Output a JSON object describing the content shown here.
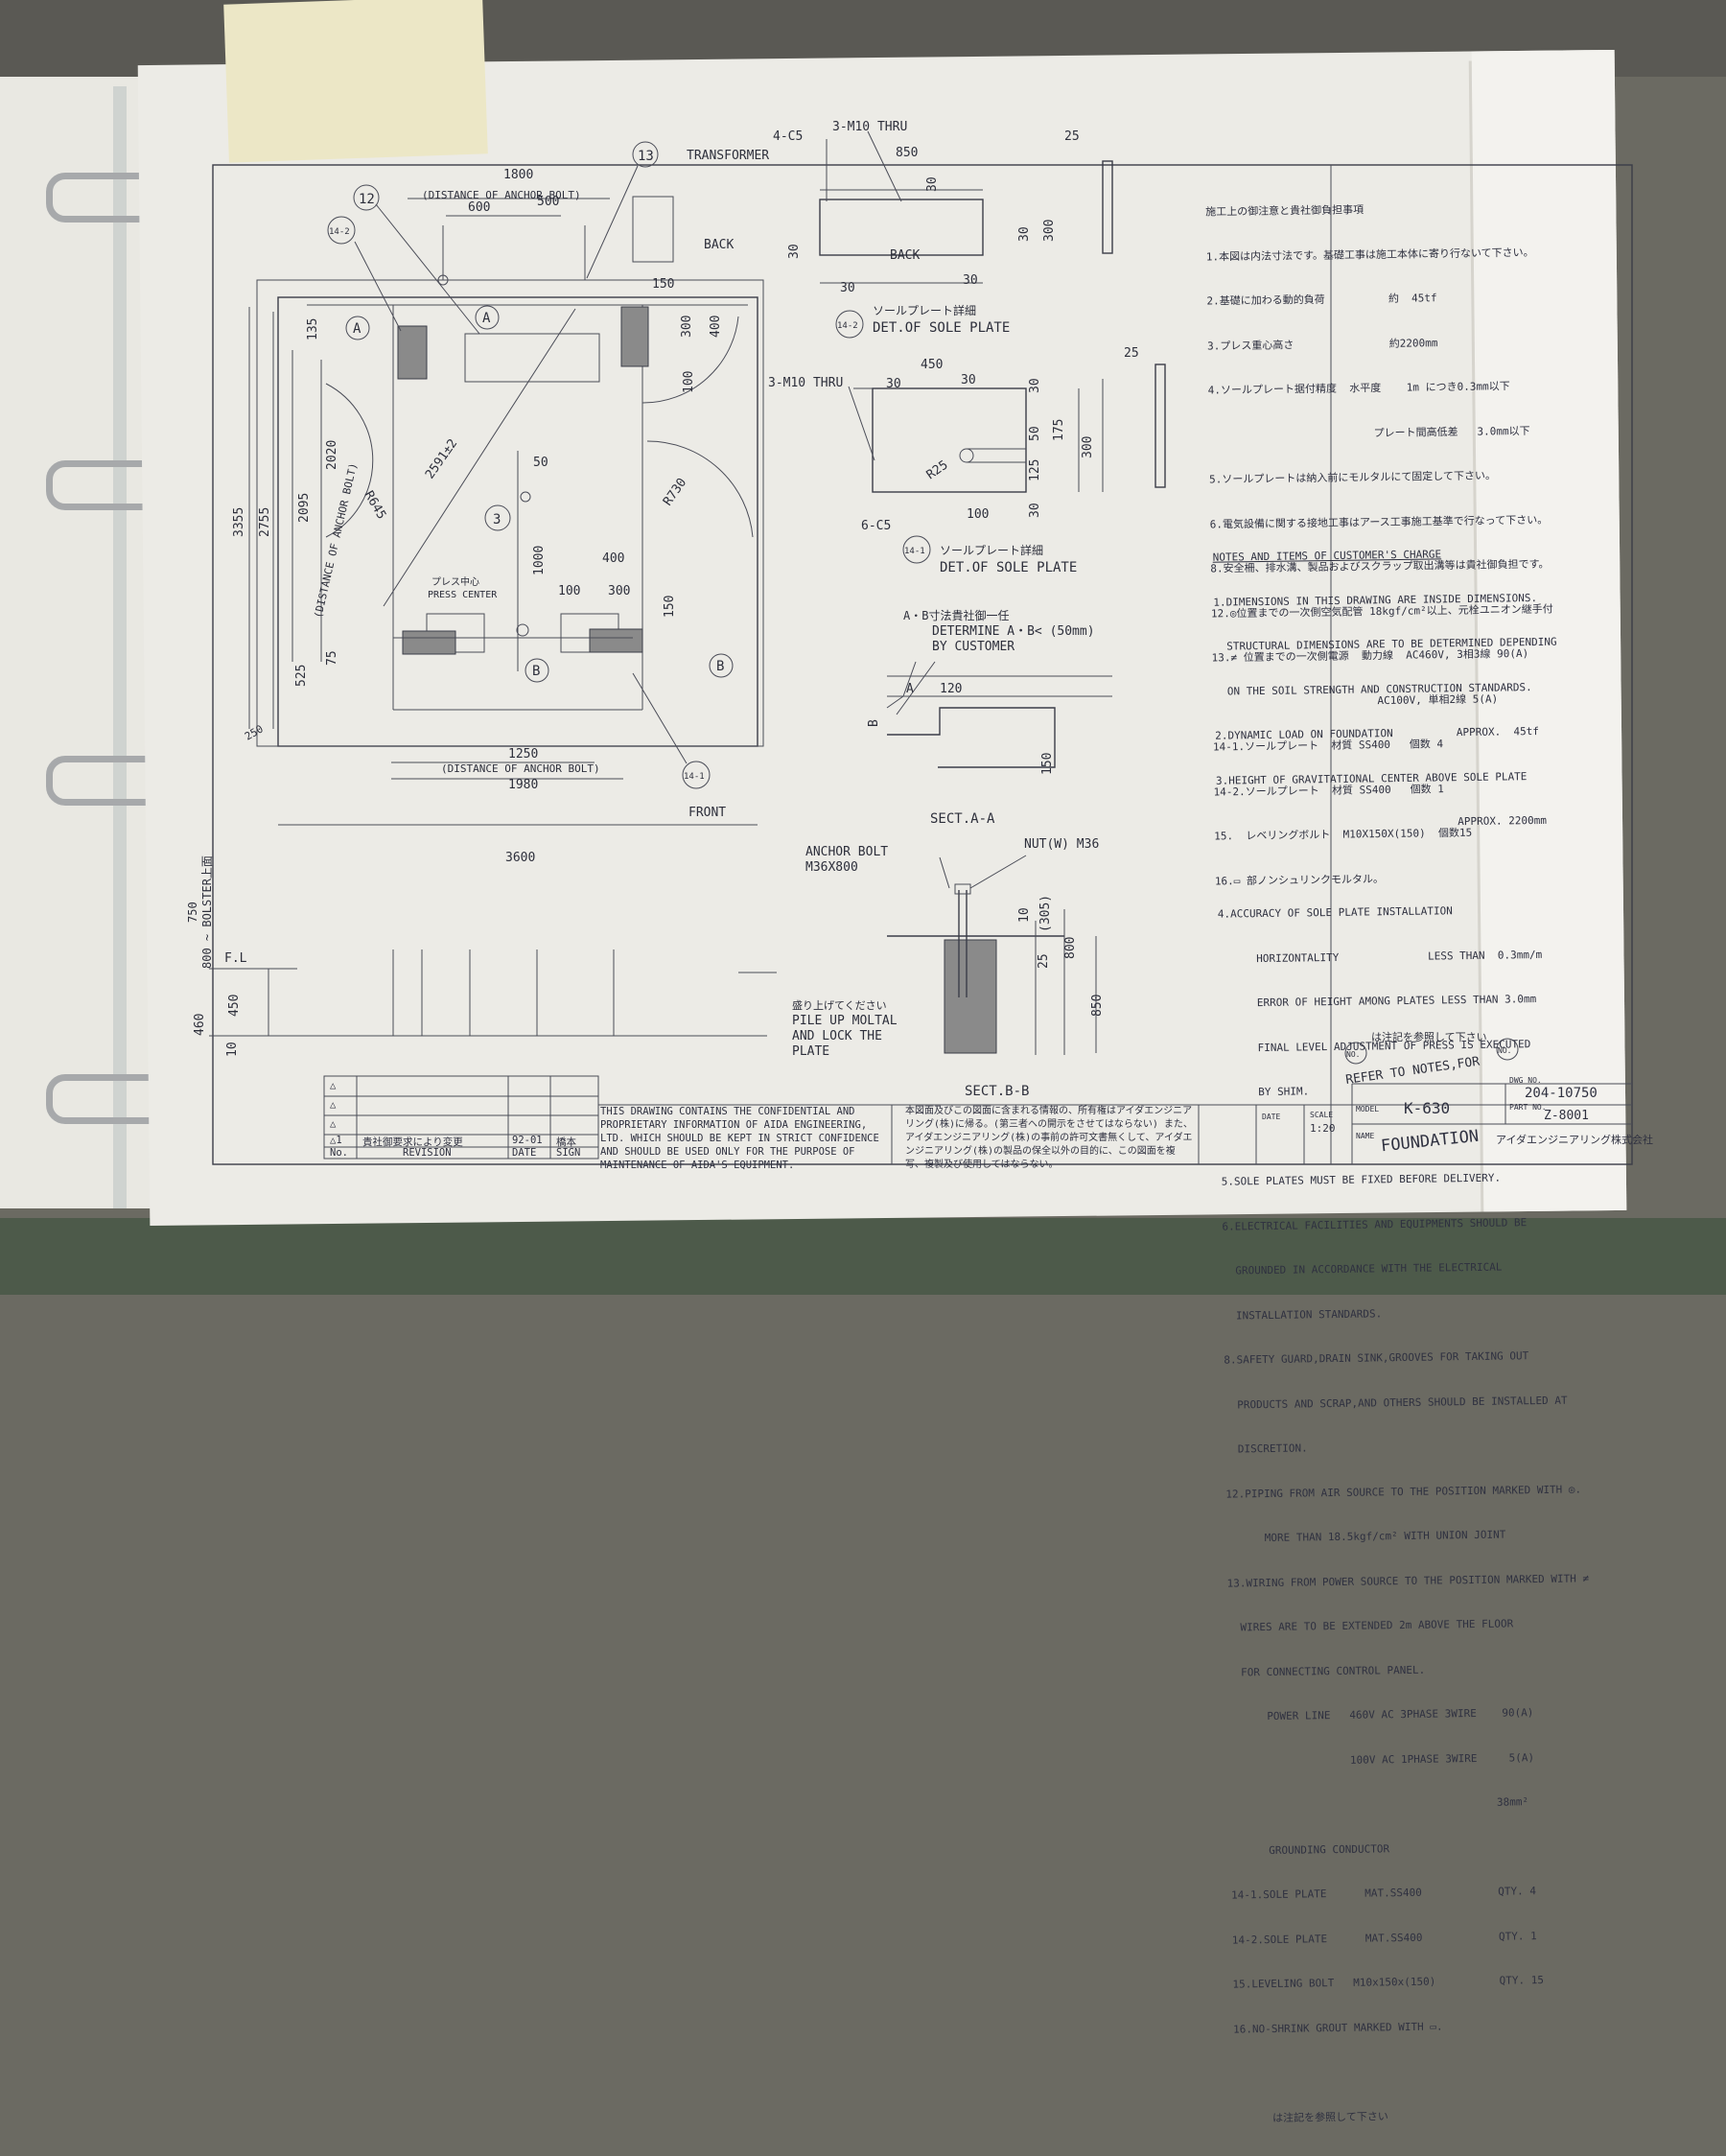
{
  "drawing": {
    "labels": {
      "transformer": "TRANSFORMER",
      "back_main": "BACK",
      "front": "FRONT",
      "press_center_jp": "プレス中心",
      "press_center": "PRESS CENTER",
      "bolster": "800 ~ BOLSTER上面",
      "fl": "F.L"
    },
    "dimensions": {
      "d1800": "1800",
      "anchor_top": "(DISTANCE OF ANCHOR BOLT)",
      "d600": "600",
      "d500": "500",
      "d150": "150",
      "d300": "300",
      "d400": "400",
      "d135": "135",
      "d100": "100",
      "d3355": "3355",
      "d2755": "2755",
      "d2095": "2095",
      "d2020": "2020",
      "anchor_side_a": "(DISTANCE OF ANCHOR BOLT)",
      "anchor_side_b": "(DISTANCE OF ANCHOR BOLT)",
      "r645": "R645",
      "diag": "2591±2",
      "d50": "50",
      "r730": "R730",
      "d1000": "1000",
      "d400b": "400",
      "d100b": "100",
      "d300b": "300",
      "d150b": "150",
      "d75": "75",
      "d525": "525",
      "d250": "250",
      "d1250": "1250",
      "anchor_bottom": "(DISTANCE OF ANCHOR BOLT)",
      "d1980": "1980",
      "d3600": "3600",
      "d750": "750",
      "d460": "460",
      "d450": "450",
      "d10": "10"
    },
    "markers": {
      "m12": "12",
      "m13": "13",
      "m3": "3",
      "m14_2": "14-2",
      "m14_1": "14-1",
      "secA1": "A",
      "secA2": "A",
      "secB1": "B",
      "secB2": "B"
    },
    "sole_plate_142": {
      "c5": "4-C5",
      "thru": "3-M10 THRU",
      "w850": "850",
      "d30a": "30",
      "d30b": "30",
      "d300": "300",
      "d30c": "30",
      "d30d": "30",
      "back": "BACK",
      "d30e": "30",
      "d25": "25",
      "tag": "14-2",
      "title_jp": "ソールプレート詳細",
      "title_en": "DET.OF SOLE PLATE"
    },
    "sole_plate_141": {
      "thru": "3-M10 THRU",
      "w450": "450",
      "d30a": "30",
      "d30b": "30",
      "d30c": "30",
      "d50": "50",
      "d175": "175",
      "d300": "300",
      "d125": "125",
      "d30d": "30",
      "r25": "R25",
      "d100": "100",
      "c5": "6-C5",
      "d25": "25",
      "tag": "14-1",
      "title_jp": "ソールプレート詳細",
      "title_en": "DET.OF SOLE PLATE"
    },
    "sect_a": {
      "note_jp": "A・B寸法貴社御一任",
      "note1": "DETERMINE A・B< (50mm)",
      "note2": "BY CUSTOMER",
      "a": "A",
      "d120": "120",
      "b": "B",
      "d150": "150",
      "title": "SECT.A-A"
    },
    "sect_b": {
      "anchor1": "ANCHOR BOLT",
      "anchor2": "M36X800",
      "nut": "NUT(W) M36",
      "d10": "10",
      "d305": "(305)",
      "d25": "25",
      "d800": "800",
      "d850": "850",
      "pile_jp": "盛り上げてください",
      "pile1": "PILE UP MOLTAL",
      "pile2": "AND LOCK THE",
      "pile3": "PLATE",
      "title": "SECT.B-B"
    }
  },
  "notes_jp": [
    "施工上の御注意と貴社御負担事項",
    "1.本図は内法寸法です。基礎工事は施工本体に寄り行ないて下さい。",
    "2.基礎に加わる動的負荷          約  45tf",
    "3.プレス重心高さ               約2200mm",
    "4.ソールプレート据付精度  水平度    1m につき0.3mm以下",
    "                          プレート間高低差   3.0mm以下",
    "5.ソールプレートは納入前にモルタルにて固定して下さい。",
    "6.電気設備に関する接地工事はアース工事施工基準で行なって下さい。",
    "8.安全柵、排水溝、製品およびスクラップ取出溝等は貴社御負担です。",
    "12.◎位置までの一次側空気配管 18kgf/cm²以上、元栓ユニオン継手付",
    "13.≠ 位置までの一次側電源  動力線  AC460V, 3相3線 90(A)",
    "                          AC100V, 単相2線 5(A)",
    "14-1.ソールプレート  材質 SS400   個数 4",
    "14-2.ソールプレート  材質 SS400   個数 1",
    "15.  レベリングボルト  M10X150X(150)  個数15",
    "16.▭ 部ノンシュリンクモルタル。"
  ],
  "notes_en": [
    "NOTES AND ITEMS OF CUSTOMER'S CHARGE",
    "1.DIMENSIONS IN THIS DRAWING ARE INSIDE DIMENSIONS.",
    "  STRUCTURAL DIMENSIONS ARE TO BE DETERMINED DEPENDING",
    "  ON THE SOIL STRENGTH AND CONSTRUCTION STANDARDS.",
    "2.DYNAMIC LOAD ON FOUNDATION          APPROX.  45tf",
    "3.HEIGHT OF GRAVITATIONAL CENTER ABOVE SOLE PLATE",
    "                                      APPROX. 2200mm",
    "",
    "4.ACCURACY OF SOLE PLATE INSTALLATION",
    "      HORIZONTALITY              LESS THAN  0.3mm/m",
    "      ERROR OF HEIGHT AMONG PLATES LESS THAN 3.0mm",
    "      FINAL LEVEL ADJUSTMENT OF PRESS IS EXECUTED",
    "      BY SHIM.",
    "",
    "5.SOLE PLATES MUST BE FIXED BEFORE DELIVERY.",
    "6.ELECTRICAL FACILITIES AND EQUIPMENTS SHOULD BE",
    "  GROUNDED IN ACCORDANCE WITH THE ELECTRICAL",
    "  INSTALLATION STANDARDS.",
    "8.SAFETY GUARD,DRAIN SINK,GROOVES FOR TAKING OUT",
    "  PRODUCTS AND SCRAP,AND OTHERS SHOULD BE INSTALLED AT",
    "  DISCRETION.",
    "12.PIPING FROM AIR SOURCE TO THE POSITION MARKED WITH ◎.",
    "      MORE THAN 18.5kgf/cm² WITH UNION JOINT",
    "13.WIRING FROM POWER SOURCE TO THE POSITION MARKED WITH ≠",
    "  WIRES ARE TO BE EXTENDED 2m ABOVE THE FLOOR",
    "  FOR CONNECTING CONTROL PANEL.",
    "      POWER LINE   460V AC 3PHASE 3WIRE    90(A)",
    "                   100V AC 1PHASE 3WIRE     5(A)",
    "                                          38mm²",
    "      GROUNDING CONDUCTOR",
    "14-1.SOLE PLATE      MAT.SS400            QTY. 4",
    "14-2.SOLE PLATE      MAT.SS400            QTY. 1",
    "15.LEVELING BOLT   M10x150x(150)          QTY. 15",
    "16.NO-SHRINK GROUT MARKED WITH ▭.",
    "",
    "      は注記を参照して下さい"
  ],
  "refer": {
    "no_jp": "NO.",
    "jp": "は注記を参照して下さい",
    "en": "REFER TO NOTES,FOR",
    "no_en": "NO."
  },
  "revision_table": {
    "rows": [
      {
        "mark": "△",
        "desc": "",
        "date": "",
        "sign": ""
      },
      {
        "mark": "△",
        "desc": "",
        "date": "",
        "sign": ""
      },
      {
        "mark": "△",
        "desc": "",
        "date": "",
        "sign": ""
      },
      {
        "mark": "△1",
        "desc": "貴社御要求により変更",
        "date": "92-01",
        "sign": "橋本"
      }
    ],
    "header": {
      "no": "No.",
      "revision": "REVISION",
      "date": "DATE",
      "sign": "SIGN"
    }
  },
  "confidential_en": "THIS DRAWING CONTAINS THE CONFIDENTIAL AND PROPRIETARY INFORMATION OF AIDA ENGINEERING, LTD. WHICH SHOULD BE KEPT IN STRICT CONFIDENCE AND SHOULD BE USED ONLY FOR THE PURPOSE OF MAINTENANCE OF AIDA'S EQUIPMENT.",
  "confidential_jp": "本図面及びこの図面に含まれる情報の、所有権はアイダエンジニアリング(株)に帰る。(第三者への開示をさせてはならない) また、アイダエンジニアリング(株)の事前の許可文書無くして、アイダエンジニアリング(株)の製品の保全以外の目的に、この図面を複写、複製及び使用してはならない。",
  "title_block": {
    "date_label": "DATE",
    "scale_label": "SCALE",
    "scale": "1:20",
    "model_label": "MODEL",
    "model": "K-630",
    "dwg_label": "DWG NO.",
    "dwg": "204-10750",
    "part_label": "PART NO.",
    "part": "Z-8001",
    "name_label": "NAME",
    "name": "FOUNDATION",
    "company": "アイダエンジニアリング株式会社"
  }
}
